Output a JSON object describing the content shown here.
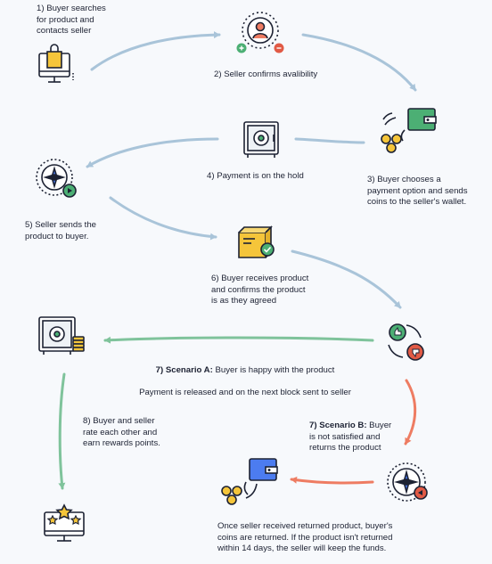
{
  "steps": {
    "s1": "1) Buyer searches\nfor product and\ncontacts seller",
    "s2": "2) Seller confirms avalibility",
    "s3": "3) Buyer chooses a\npayment option and sends\ncoins to the seller's wallet.",
    "s4": "4) Payment is on the hold",
    "s5": "5) Seller sends the\nproduct to buyer.",
    "s6": "6) Buyer receives product\nand confirms the product\nis as they agreed",
    "scenarioA": {
      "title": "7) Scenario A:",
      "line1": " Buyer is happy with the product",
      "line2": "Payment is released and on the next block sent to seller"
    },
    "scenarioB": {
      "title": "7) Scenario B:",
      "line1": " Buyer",
      "rest": "is not satisfied and\nreturns the product"
    },
    "s8": "8) Buyer and seller\nrate each other and\nearn rewards points.",
    "refund": "Once seller received returned product, buyer's\ncoins are returned.  If the product isn't returned\nwithin 14 days, the seller will keep the funds."
  },
  "colors": {
    "navy": "#1d2233",
    "arrow_blue": "#a9c4d9",
    "arrow_green": "#7fc39b",
    "arrow_red": "#ee7c62",
    "green": "#4caf74",
    "yellow": "#f5c53a",
    "red": "#e15a45"
  },
  "icons": [
    "shopping-bag-computer-icon",
    "confirm-user-icon",
    "wallet-coins-icon",
    "safe-icon",
    "compass-play-icon",
    "package-check-icon",
    "thumbs-vote-icon",
    "safe-coins-icon",
    "compass-return-icon",
    "wallet-coins-return-icon",
    "rating-stars-computer-icon"
  ]
}
